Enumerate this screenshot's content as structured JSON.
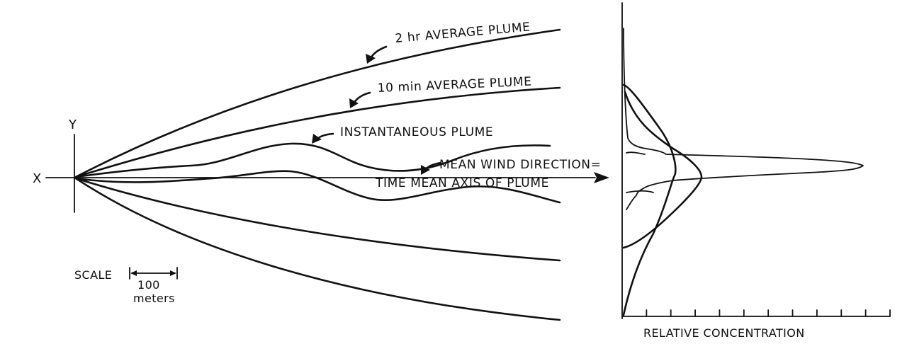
{
  "axes": {
    "x_label": "X",
    "y_label": "Y"
  },
  "plumes": {
    "two_hr": "2 hr AVERAGE PLUME",
    "ten_min": "10 min AVERAGE PLUME",
    "instantaneous": "INSTANTANEOUS PLUME"
  },
  "wind": {
    "line1": "MEAN WIND DIRECTION=",
    "line2": "TIME MEAN AXIS OF PLUME"
  },
  "scale": {
    "label": "SCALE",
    "value": "100",
    "unit": "meters"
  },
  "profile": {
    "xlabel": "RELATIVE CONCENTRATION",
    "tick_count": 11
  }
}
